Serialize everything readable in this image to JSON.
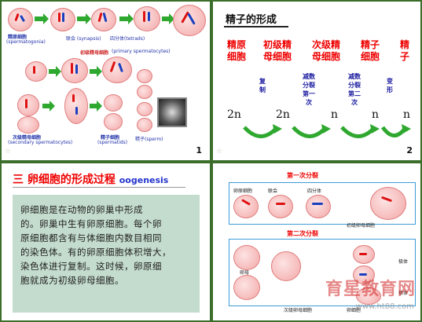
{
  "slide1": {
    "number": "1",
    "labels": {
      "spermatogonia_cn": "精原细胞",
      "spermatogonia_en": "(spermatogonia)",
      "synapsis": "联会 (synapsis)",
      "tetrads": "四分体(tetrads)",
      "primary_cn": "初级精母细胞",
      "primary_en": "(primary spermatocytes)",
      "secondary_cn": "次级精母细胞",
      "secondary_en": "(secondary spermatocytes)",
      "spermatids_cn": "精子细胞",
      "spermatids_en": "(spermatids)",
      "sperm": "精子(sperm)"
    }
  },
  "slide2": {
    "number": "2",
    "title": "精子的形成",
    "stages": [
      {
        "line1": "精原",
        "line2": "细胞"
      },
      {
        "line1": "初级精",
        "line2": "母细胞"
      },
      {
        "line1": "次级精",
        "line2": "母细胞"
      },
      {
        "line1": "精子",
        "line2": "细胞"
      },
      {
        "line1": "精",
        "line2": "子"
      }
    ],
    "processes": [
      "复制",
      "减数分裂第一次",
      "减数分裂第二次",
      "变形"
    ],
    "chromosome_numbers": [
      "2n",
      "2n",
      "n",
      "n",
      "n"
    ]
  },
  "slide3": {
    "title_cn": "三 卵细胞的形成过程",
    "title_en": "oogenesis",
    "body_lines": [
      "卵细胞是在动物的卵巢中形成",
      "的。卵巢中生有卵原细胞。每个卵",
      "原细胞都含有与体细胞内数目相同",
      "的染色体。有的卵原细胞体积增大，",
      "染色体进行复制。这时候，卵原细",
      "胞就成为初级卵母细胞。"
    ]
  },
  "slide4": {
    "header1": "第一次分裂",
    "header2": "第二次分裂",
    "labels": {
      "oogonium": "卵原细胞",
      "synapsis": "联会",
      "tetrad": "四分体",
      "primary": "初级卵母细胞",
      "polar": "极体",
      "polar2": "极体",
      "secondary": "次级卵母细胞",
      "egg": "卵细胞",
      "oocyte": "卵母"
    },
    "watermark": "育星教育网",
    "watermark_url": "www.ht88.com"
  },
  "colors": {
    "background": "#3a6e2a",
    "stage_red": "#e00000",
    "process_blue": "#1a1aa0",
    "arrow_green": "#2fa82f",
    "diagram_blue": "#3d9bd6"
  }
}
